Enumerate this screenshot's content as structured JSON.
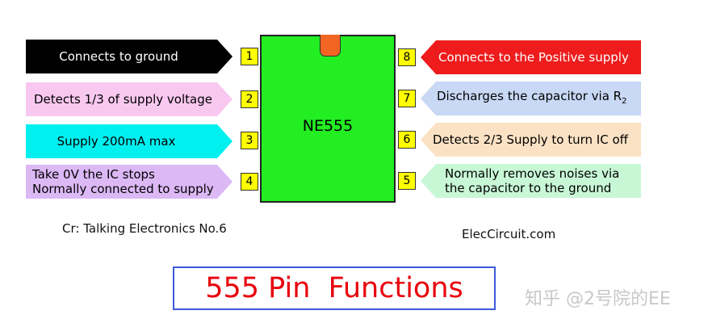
{
  "chip": {
    "name": "NE555",
    "body_color": "#22ee22",
    "notch_color": "#f26522"
  },
  "pins": {
    "left": [
      {
        "number": "1",
        "label": "Connects to ground",
        "bg": "#000000",
        "fg": "#ffffff"
      },
      {
        "number": "2",
        "label": "Detects 1/3 of supply voltage",
        "bg": "#f9c8f0",
        "fg": "#000000"
      },
      {
        "number": "3",
        "label": "Supply 200mA max",
        "bg": "#00f0f0",
        "fg": "#000000"
      },
      {
        "number": "4",
        "label_line1": "Take 0V the IC stops",
        "label_line2": "Normally connected to supply",
        "bg": "#dcb8f5",
        "fg": "#000000"
      }
    ],
    "right": [
      {
        "number": "8",
        "label": "Connects to the Positive supply",
        "bg": "#ee1c1c",
        "fg": "#ffffff"
      },
      {
        "number": "7",
        "label": "Discharges the capacitor via R",
        "label_sub": "2",
        "bg": "#c8d8f5",
        "fg": "#000000"
      },
      {
        "number": "6",
        "label": "Detects 2/3 Supply to turn IC off",
        "bg": "#fbe2c4",
        "fg": "#000000"
      },
      {
        "number": "5",
        "label_line1": "Normally removes noises via",
        "label_line2": "the capacitor to the ground",
        "bg": "#c8f7d6",
        "fg": "#000000"
      }
    ]
  },
  "credits": {
    "source": "Cr: Talking Electronics No.6",
    "site": "ElecCircuit.com"
  },
  "title": "555 Pin  Functions",
  "watermark": "知乎 @2号院的EE",
  "colors": {
    "pin_box": "#ffff00",
    "title_text": "#e8000d",
    "title_border": "#3b5bdb"
  }
}
